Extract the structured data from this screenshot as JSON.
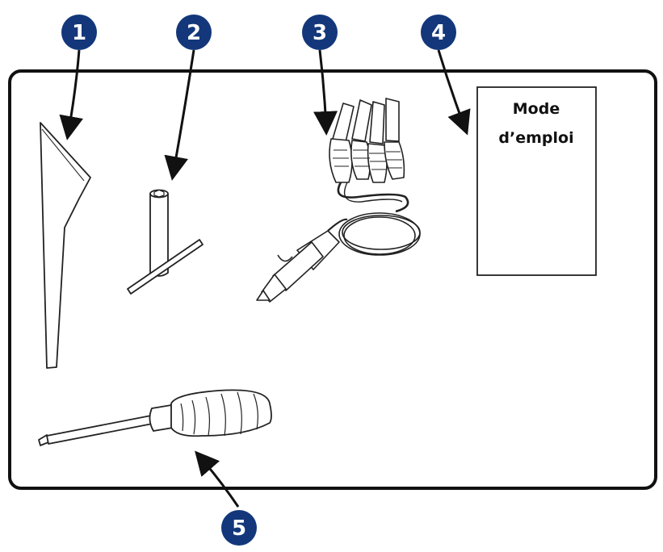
{
  "diagram": {
    "callouts": [
      {
        "id": "1",
        "label": "1"
      },
      {
        "id": "2",
        "label": "2"
      },
      {
        "id": "3",
        "label": "3"
      },
      {
        "id": "4",
        "label": "4"
      },
      {
        "id": "5",
        "label": "5"
      }
    ],
    "manual": {
      "line1": "Mode",
      "line2": "d’emploi"
    },
    "colors": {
      "callout_fill": "#13377a",
      "stroke": "#111111"
    }
  }
}
